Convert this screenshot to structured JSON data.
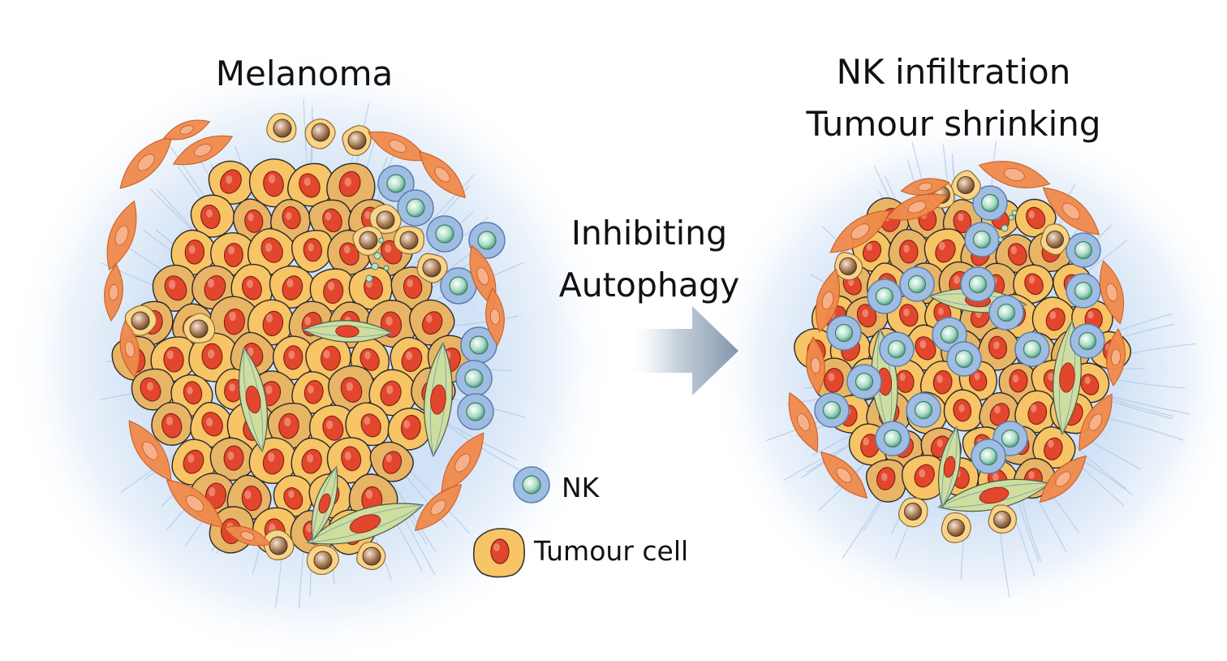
{
  "titles": {
    "left": "Melanoma",
    "right_line1": "NK infiltration",
    "right_line2": "Tumour shrinking"
  },
  "arrow": {
    "line1": "Inhibiting",
    "line2": "Autophagy"
  },
  "legend": {
    "nk": "NK",
    "tumour": "Tumour cell"
  },
  "colors": {
    "tumour_fill": "#f7c466",
    "tumour_fill_dark": "#e0a850",
    "tumour_nucleus": "#e2462c",
    "nk_fill": "#9dbbe0",
    "nk_nucleus": "#5aa58c",
    "fibroblast": "#f08a4b",
    "myeloid_fill": "#fad486",
    "myeloid_nucleus": "#8f6848",
    "spindle": "#c9d99c",
    "halo": "#d8e6f7",
    "arrow": "#8a9db4"
  }
}
